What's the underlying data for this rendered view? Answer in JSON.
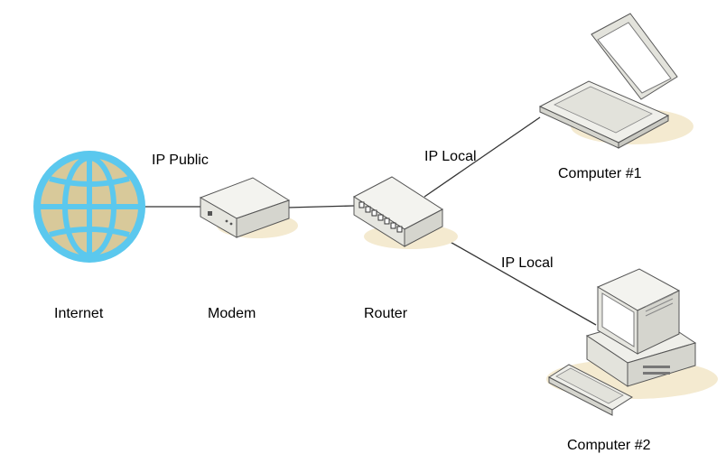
{
  "nodes": {
    "internet": {
      "label": "Internet"
    },
    "modem": {
      "label": "Modem"
    },
    "router": {
      "label": "Router"
    },
    "computer1": {
      "label": "Computer #1"
    },
    "computer2": {
      "label": "Computer #2"
    }
  },
  "links": {
    "internet_modem": {
      "label": "IP Public"
    },
    "router_computer1": {
      "label": "IP Local"
    },
    "router_computer2": {
      "label": "IP Local"
    }
  },
  "colors": {
    "globe_ring": "#5BC8EE",
    "globe_land": "#D8C99A",
    "device_body": "#ECECE8",
    "device_side": "#D7D7D0",
    "shadow": "#F4EAD0",
    "line": "#333333"
  }
}
